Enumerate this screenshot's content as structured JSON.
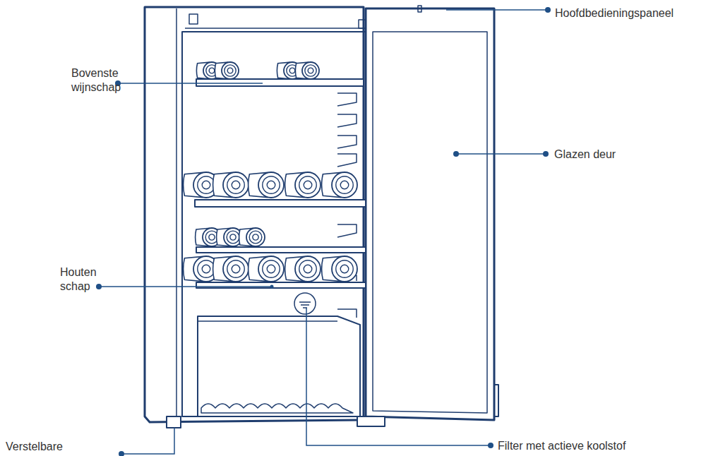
{
  "diagram": {
    "labels": [
      "Hoofdbedieningspaneel",
      "Bovenste wijnschap",
      "Glazen deur",
      "Houten schap",
      "Verstelbare",
      "Filter met actieve koolstof"
    ]
  }
}
